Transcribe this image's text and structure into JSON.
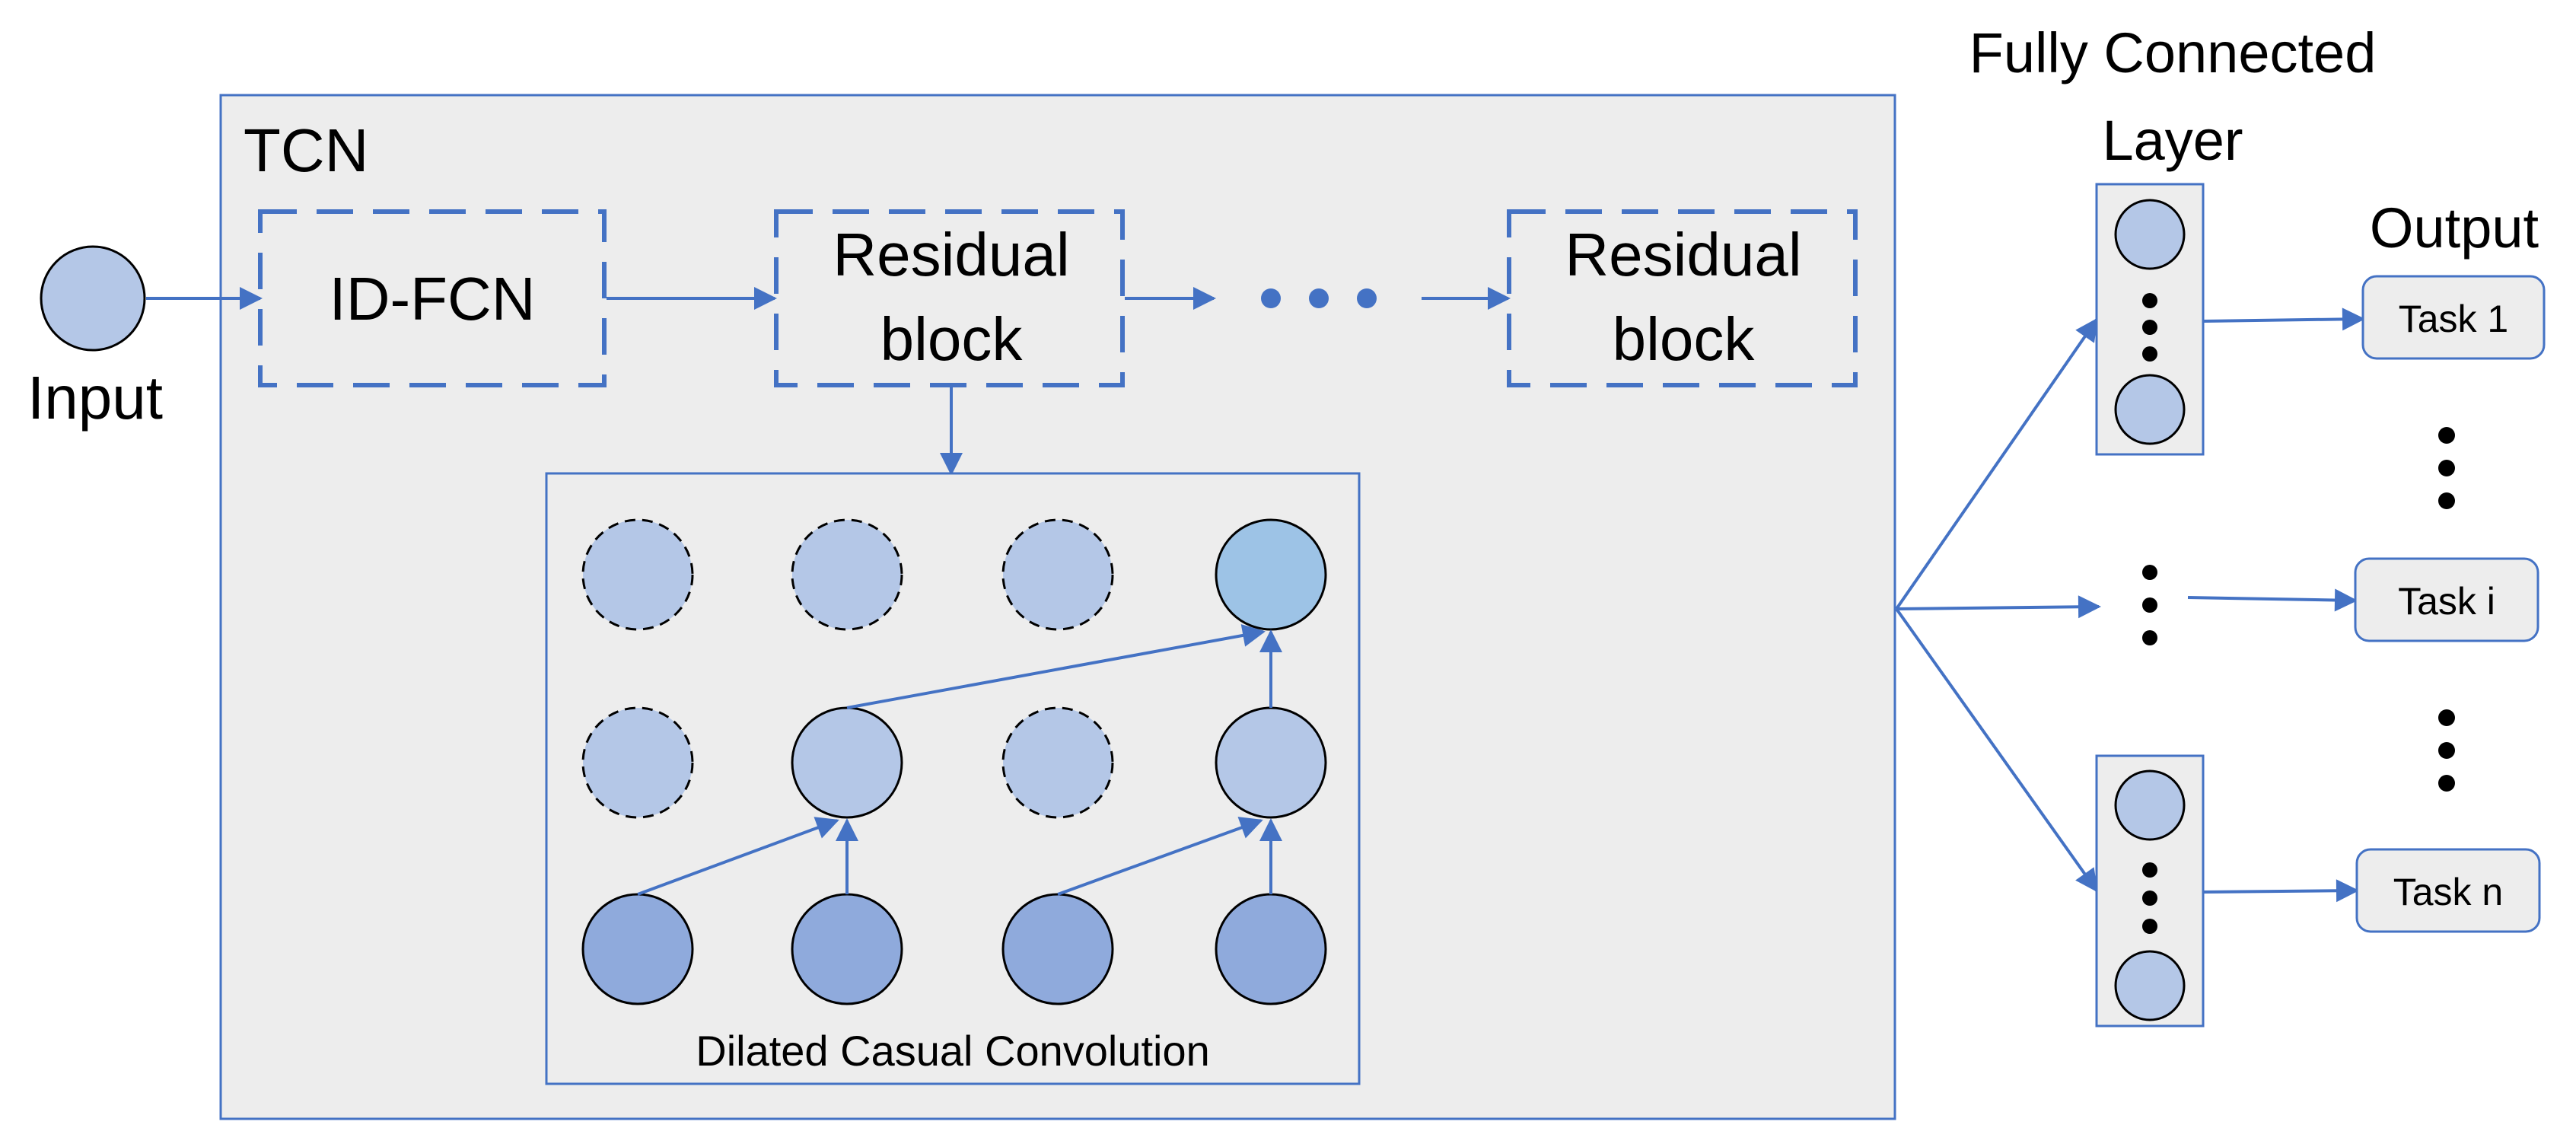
{
  "diagram": {
    "input_label": "Input",
    "tcn_label": "TCN",
    "idfcn_label": "ID-FCN",
    "residual_block_1": {
      "line1": "Residual",
      "line2": "block"
    },
    "residual_block_2": {
      "line1": "Residual",
      "line2": "block"
    },
    "dilated_label": "Dilated Casual Convolution",
    "fc_title": {
      "line1": "Fully Connected",
      "line2": "Layer"
    },
    "output_title": "Output",
    "tasks": [
      "Task 1",
      "Task i",
      "Task n"
    ]
  },
  "colors": {
    "accent": "#4472C4",
    "tcn_background": "#EDEDED",
    "node_light": "#B4C7E7",
    "node_dark": "#8FAADC",
    "node_output": "#9DC3E6",
    "task_box": "#EDEDED"
  }
}
